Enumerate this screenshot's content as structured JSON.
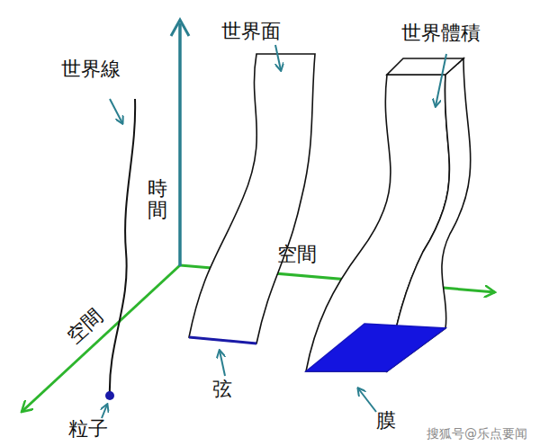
{
  "diagram": {
    "labels": [
      "世界線",
      "世界面",
      "世界體積",
      "時間",
      "空間",
      "空間",
      "弦",
      "膜",
      "粒子",
      "搜狐号@乐点要闻"
    ]
  }
}
